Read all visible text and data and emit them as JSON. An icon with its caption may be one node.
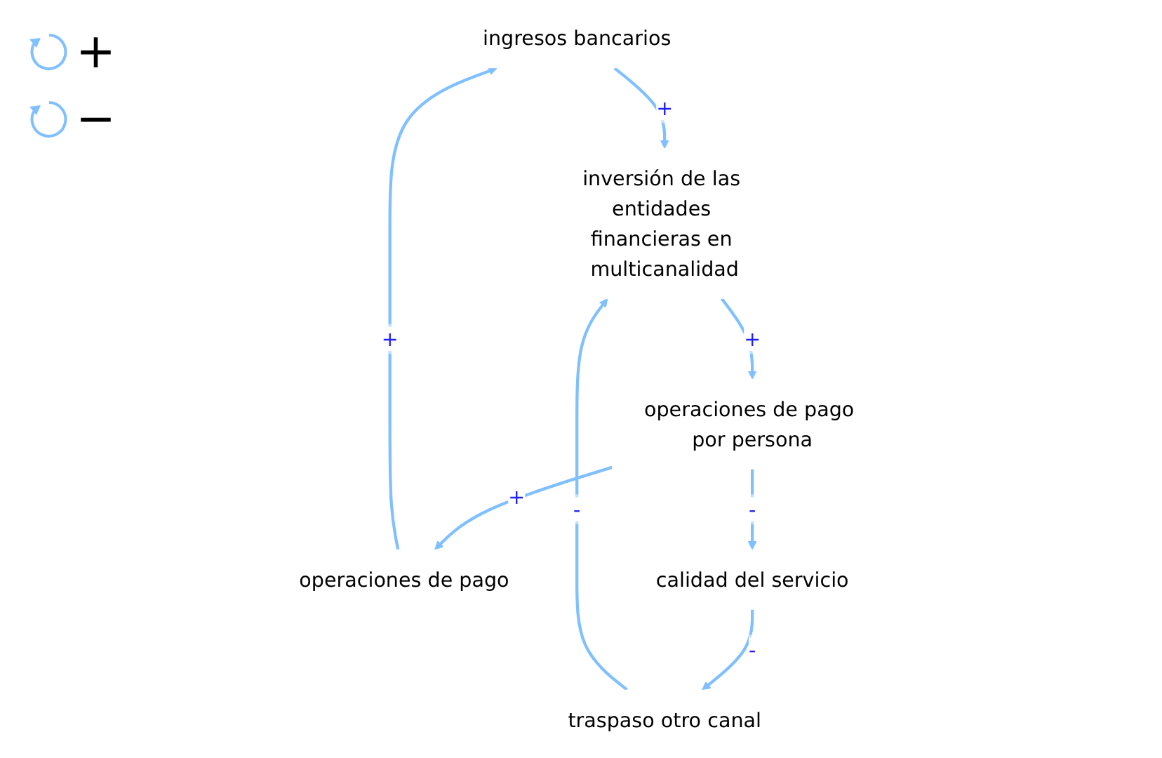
{
  "diagram": {
    "nodes": [
      {
        "text": [
          "ingresos bancarios"
        ]
      },
      {
        "text": [
          "operaciones de pago"
        ]
      },
      {
        "text": [
          "inversión de las entidades financieras en multicanalidad"
        ]
      },
      {
        "text": [
          "operaciones de pago por persona"
        ]
      },
      {
        "text": [
          "calidad del servicio"
        ]
      },
      {
        "text": [
          "traspaso otro canal"
        ]
      }
    ],
    "edges": [
      {
        "from": 1,
        "to": 0,
        "arrow": "to",
        "label": "+"
      },
      {
        "from": 0,
        "to": 2,
        "arrow": "to",
        "label": "+"
      },
      {
        "from": 2,
        "to": 3,
        "arrow": "to",
        "label": "+"
      },
      {
        "from": 3,
        "to": 1,
        "arrow": "to",
        "label": "+"
      },
      {
        "from": 3,
        "to": 4,
        "arrow": "to",
        "label": "-"
      },
      {
        "from": 4,
        "to": 5,
        "arrow": "to",
        "label": "-"
      },
      {
        "from": 5,
        "to": 2,
        "arrow": "to",
        "label": "-"
      }
    ],
    "labels": [
      "+",
      "−"
    ]
  }
}
